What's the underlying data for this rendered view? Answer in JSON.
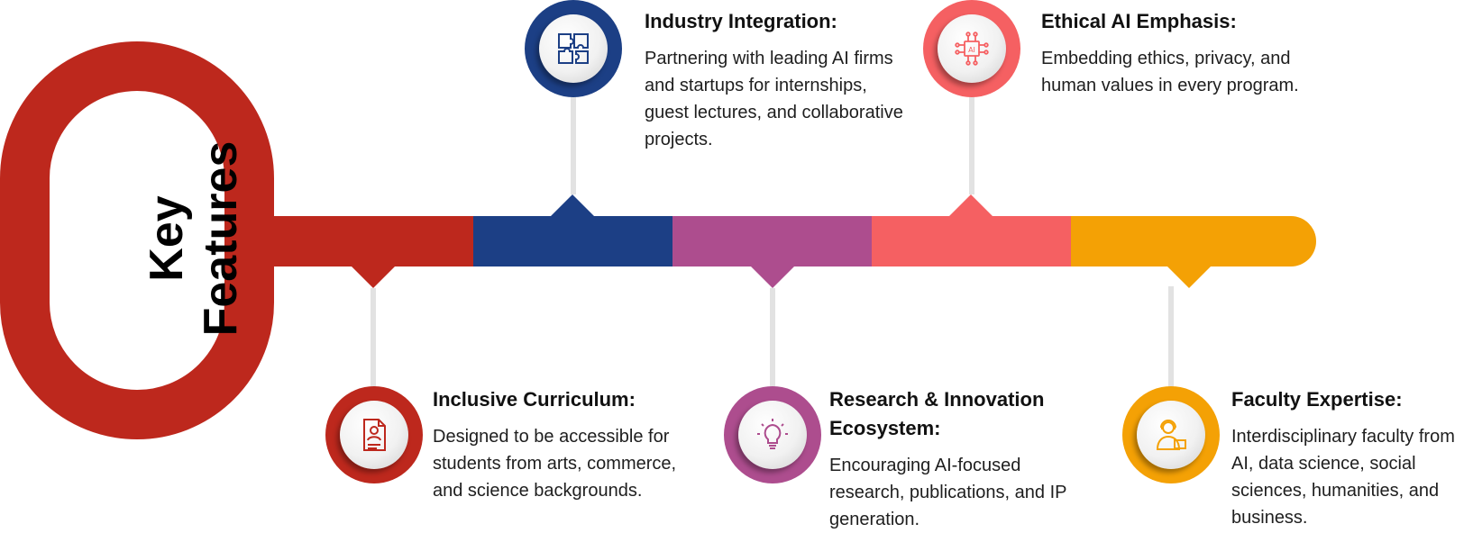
{
  "title": {
    "line1": "Key",
    "line2": "Features"
  },
  "colors": {
    "red": "#bd281d",
    "blue": "#1c3f85",
    "purple": "#ad4d8e",
    "coral": "#f56062",
    "amber": "#f4a105",
    "stem": "#e2e2e2"
  },
  "features": [
    {
      "heading": "Inclusive Curriculum:",
      "body": "Designed to be accessible for students from arts, commerce, and science backgrounds.",
      "icon": "resume-document-icon",
      "color": "#bd281d",
      "position": "below"
    },
    {
      "heading": "Industry Integration:",
      "body": "Partnering with leading AI firms and startups for internships, guest lectures, and collaborative projects.",
      "icon": "puzzle-pieces-icon",
      "color": "#1c3f85",
      "position": "above"
    },
    {
      "heading": "Research & Innovation Ecosystem:",
      "body": "Encouraging AI-focused research, publications, and IP generation.",
      "icon": "lightbulb-icon",
      "color": "#ad4d8e",
      "position": "below"
    },
    {
      "heading": "Ethical AI Emphasis:",
      "body": "Embedding ethics, privacy, and human values in every program.",
      "icon": "ai-chip-icon",
      "color": "#f56062",
      "position": "above"
    },
    {
      "heading": "Faculty Expertise:",
      "body": "Interdisciplinary faculty from AI, data science, social sciences, humanities, and business.",
      "icon": "instructor-icon",
      "color": "#f4a105",
      "position": "below"
    }
  ]
}
